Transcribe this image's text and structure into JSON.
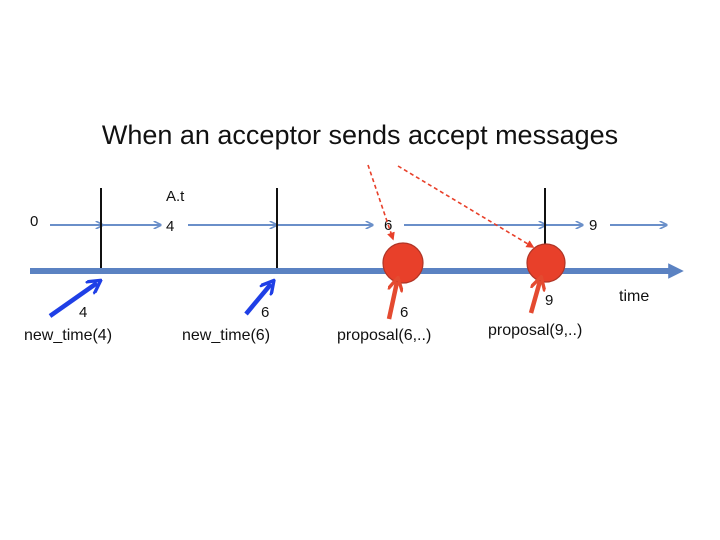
{
  "title": "When an acceptor sends accept messages",
  "axis_label": "time",
  "state_label": "A.t",
  "state_values": [
    "0",
    "4",
    "6",
    "9"
  ],
  "events": [
    {
      "value": "4",
      "label": "new_time(4)",
      "kind": "new_time"
    },
    {
      "value": "6",
      "label": "new_time(6)",
      "kind": "new_time"
    },
    {
      "value": "6",
      "label": "proposal(6,..)",
      "kind": "proposal"
    },
    {
      "value": "9",
      "label": "proposal(9,..)",
      "kind": "proposal"
    }
  ],
  "colors": {
    "axis": "#5b82c2",
    "state_arrow": "#6a8fc9",
    "new_time_arrow": "#1f3fe6",
    "proposal_arrow": "#e44a30",
    "accept_node": "#e8402a",
    "accept_dashed": "#e8402a",
    "marker": "#111111"
  }
}
